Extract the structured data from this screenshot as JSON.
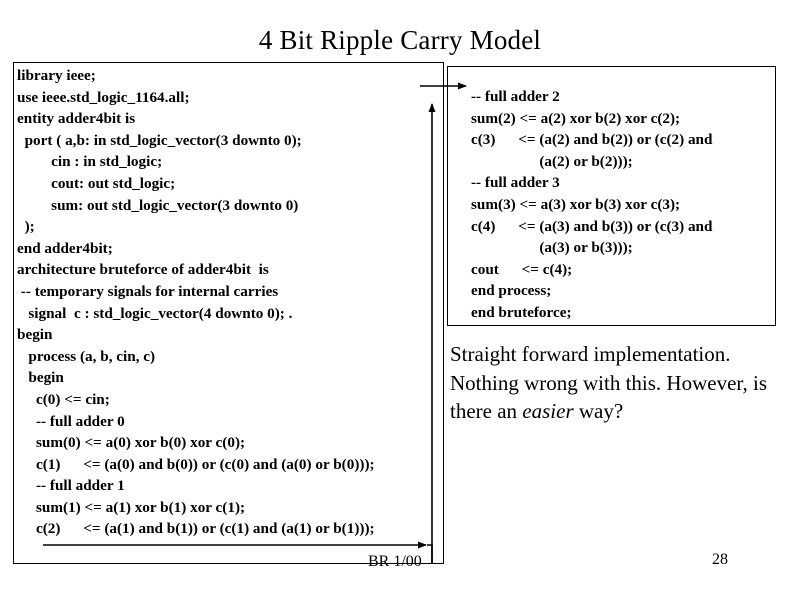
{
  "slide": {
    "title": "4 Bit Ripple Carry Model",
    "page_number": "28",
    "footer_credit": "BR 1/00",
    "background_color": "#ffffff",
    "text_color": "#000000",
    "border_color": "#000000"
  },
  "code_box_left": {
    "name": "vhdl-entity-and-architecture-part-1",
    "lines": [
      "library ieee;",
      "use ieee.std_logic_1164.all;",
      "entity adder4bit is",
      "  port ( a,b: in std_logic_vector(3 downto 0);",
      "         cin : in std_logic;",
      "         cout: out std_logic;",
      "         sum: out std_logic_vector(3 downto 0)",
      "  );",
      "end adder4bit;",
      "architecture bruteforce of adder4bit  is",
      " -- temporary signals for internal carries",
      "   signal  c : std_logic_vector(4 downto 0); .",
      "begin",
      "   process (a, b, cin, c)",
      "   begin",
      "     c(0) <= cin;",
      "     -- full adder 0",
      "     sum(0) <= a(0) xor b(0) xor c(0);",
      "     c(1)      <= (a(0) and b(0)) or (c(0) and (a(0) or b(0)));",
      "     -- full adder 1",
      "     sum(1) <= a(1) xor b(1) xor c(1);",
      "     c(2)      <= (a(1) and b(1)) or (c(1) and (a(1) or b(1)));"
    ]
  },
  "code_box_right": {
    "name": "vhdl-architecture-part-2",
    "lines": [
      "-- full adder 2",
      "sum(2) <= a(2) xor b(2) xor c(2);",
      "c(3)      <= (a(2) and b(2)) or (c(2) and",
      "                  (a(2) or b(2)));",
      "-- full adder 3",
      "sum(3) <= a(3) xor b(3) xor c(3);",
      "c(4)      <= (a(3) and b(3)) or (c(3) and",
      "                  (a(3) or b(3)));",
      "cout      <= c(4);",
      "end process;",
      "end bruteforce;"
    ]
  },
  "commentary": {
    "part1": "Straight forward implementation. Nothing wrong with this. However, is there an ",
    "emphasis": "easier",
    "part2": " way?"
  },
  "connector": {
    "label": "flow-arrow-left-box-to-right-box"
  }
}
